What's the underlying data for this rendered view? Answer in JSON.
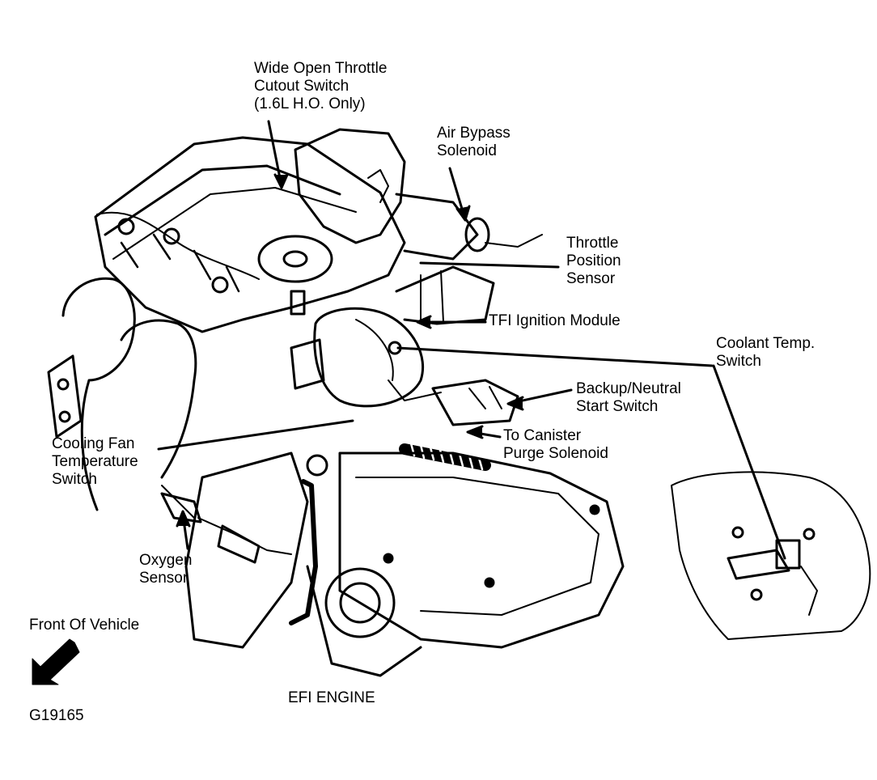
{
  "figure": {
    "caption": "EFI ENGINE",
    "figure_code": "G19165",
    "front_label": "Front Of Vehicle",
    "icons": [
      "front-direction-arrow-icon"
    ],
    "ink_color": "#000000",
    "background_color": "#ffffff"
  },
  "callouts": {
    "wot": {
      "lines": [
        "Wide Open Throttle",
        "Cutout Switch",
        "(1.6L H.O. Only)"
      ]
    },
    "air_bypass": {
      "lines": [
        "Air Bypass",
        "Solenoid"
      ]
    },
    "tps": {
      "lines": [
        "Throttle",
        "Position",
        "Sensor"
      ]
    },
    "tfi": {
      "lines": [
        "TFI Ignition Module"
      ]
    },
    "coolant": {
      "lines": [
        "Coolant Temp.",
        "Switch"
      ]
    },
    "backup": {
      "lines": [
        "Backup/Neutral",
        "Start Switch"
      ]
    },
    "canister": {
      "lines": [
        "To Canister",
        "Purge Solenoid"
      ]
    },
    "cooling_fan": {
      "lines": [
        "Cooling Fan",
        "Temperature",
        "Switch"
      ]
    },
    "oxygen": {
      "lines": [
        "Oxygen",
        "Sensor"
      ]
    }
  }
}
